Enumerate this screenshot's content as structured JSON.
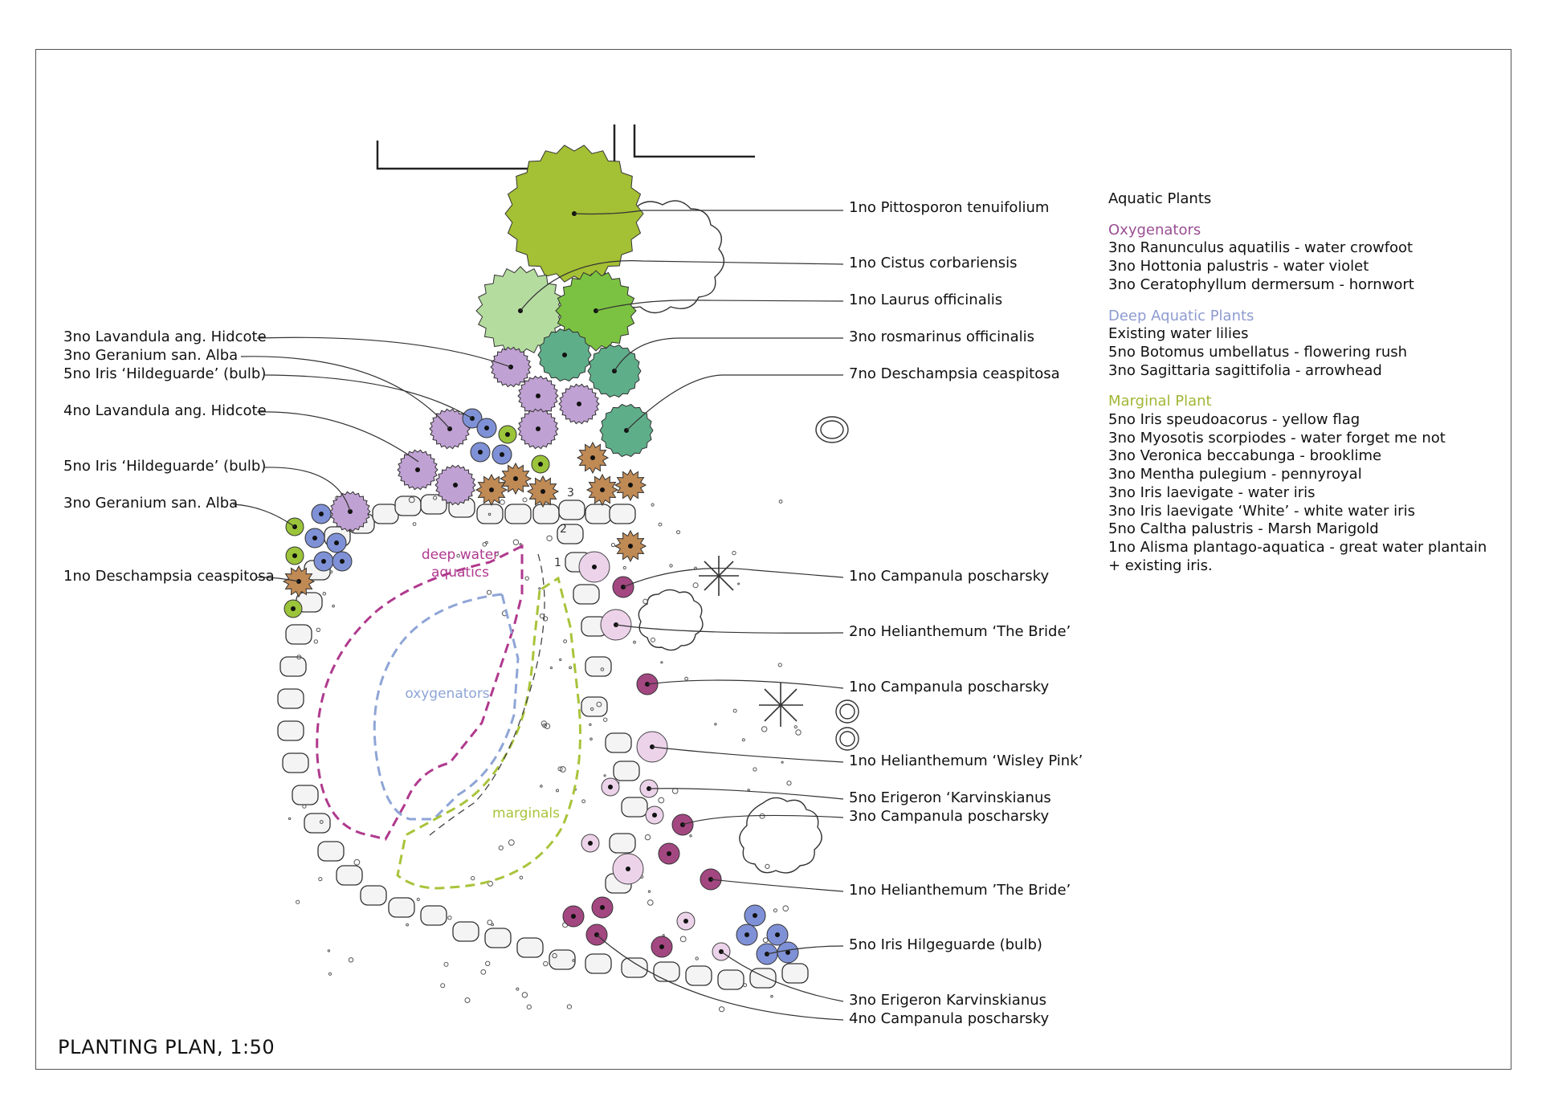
{
  "title": "PLANTING PLAN, 1:50",
  "colors": {
    "olive": "#a4c034",
    "light_green": "#b5dc9f",
    "bright_green": "#7cc242",
    "teal": "#5fae8a",
    "lavender": "#c0a1d3",
    "periwinkle": "#7f91d6",
    "lime": "#9bc43a",
    "bronze": "#c08a55",
    "pale_pink": "#ecd3ea",
    "plum": "#a34781",
    "magenta": "#b03a8e",
    "dash_blue": "#8ea5d6",
    "dash_green": "#a8c43a"
  },
  "zones": {
    "deep": "deep water\naquatics",
    "oxy": "oxygenators",
    "marg": "marginals"
  },
  "labels_right": [
    "1no Pittosporon tenuifolium",
    "1no Cistus corbariensis",
    "1no Laurus officinalis",
    "3no rosmarinus officinalis",
    "7no Deschampsia ceaspitosa",
    "1no Campanula poscharsky",
    "2no Helianthemum ‘The Bride’",
    "1no Campanula poscharsky",
    "1no Helianthemum ‘Wisley Pink’",
    "5no Erigeron ‘Karvinskianus",
    "3no Campanula poscharsky",
    "1no Helianthemum ’The Bride’",
    "5no Iris Hilgeguarde (bulb)",
    "3no Erigeron Karvinskianus",
    "4no Campanula poscharsky"
  ],
  "labels_left": [
    "3no Lavandula ang. Hidcote",
    "3no Geranium san. Alba",
    "5no Iris ‘Hildeguarde’ (bulb)",
    "4no Lavandula ang. Hidcote",
    "5no Iris ‘Hildeguarde’ (bulb)",
    "3no Geranium san. Alba",
    "1no Deschampsia ceaspitosa"
  ],
  "legend": {
    "heading": "Aquatic Plants",
    "groups": [
      {
        "title": "Oxygenators",
        "items": [
          "3no Ranunculus aquatilis - water crowfoot",
          "3no Hottonia palustris - water violet",
          "3no Ceratophyllum dermersum - hornwort"
        ]
      },
      {
        "title": "Deep Aquatic Plants",
        "items": [
          "Existing water lilies",
          "5no Botomus umbellatus - flowering rush",
          "3no Sagittaria sagittifolia - arrowhead"
        ]
      },
      {
        "title": "Marginal Plant",
        "items": [
          "5no Iris speudoacorus - yellow flag",
          "3no Myosotis scorpiodes - water forget me not",
          "3no Veronica beccabunga - brooklime",
          "3no Mentha pulegium - pennyroyal",
          "3no Iris laevigate - water iris",
          "3no Iris laevigate ‘White’ - white water iris",
          "5no Caltha palustris - Marsh Marigold",
          "1no Alisma plantago-aquatica - great water plantain",
          "+ existing iris."
        ]
      }
    ]
  },
  "step_numbers": [
    "1",
    "2",
    "3"
  ]
}
